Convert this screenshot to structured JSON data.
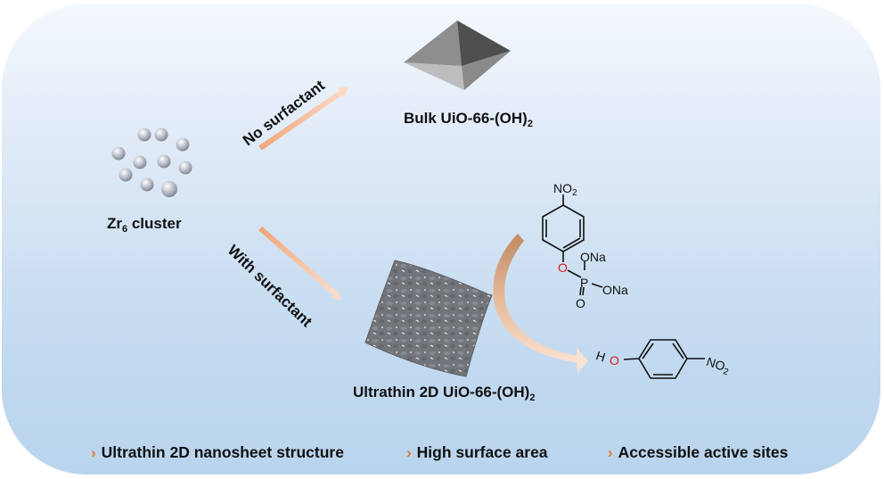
{
  "figure": {
    "colors": {
      "arrow": "#f4b48f",
      "curved_arrow_dark": "#c9956b",
      "curved_arrow_light": "#f8d6bf",
      "bullet_chevron": "#e27a2a",
      "oxygen": "#e0151b",
      "panel_top": "#f4f8fd",
      "panel_bottom": "#b9d4ee"
    },
    "start": {
      "label_main": "Zr",
      "label_sub": "6",
      "label_rest": " cluster",
      "icon": "sphere-cluster"
    },
    "top_path": {
      "arrow_label": "No surfactant",
      "product_main": "Bulk UiO-66-(OH)",
      "product_sub": "2",
      "icon": "octahedron-crystal"
    },
    "bottom_path": {
      "arrow_label": "With surfactant",
      "product_main": "Ultrathin 2D UiO-66-(OH)",
      "product_sub": "2",
      "icon": "wrinkled-nanosheet"
    },
    "reaction": {
      "substrate": {
        "top_group": "NO",
        "top_group_sub": "2",
        "ester_oxygen": "O",
        "phosphorus": "P",
        "ona_1": "ONa",
        "ona_2": "ONa",
        "double_bond_o": "O"
      },
      "product": {
        "h": "H",
        "o": "O",
        "right_group": "NO",
        "right_group_sub": "2"
      }
    },
    "features": [
      {
        "icon": "chevron-right",
        "label": "Ultrathin 2D nanosheet structure"
      },
      {
        "icon": "chevron-right",
        "label": "High surface area"
      },
      {
        "icon": "chevron-right",
        "label": "Accessible active sites"
      }
    ]
  }
}
